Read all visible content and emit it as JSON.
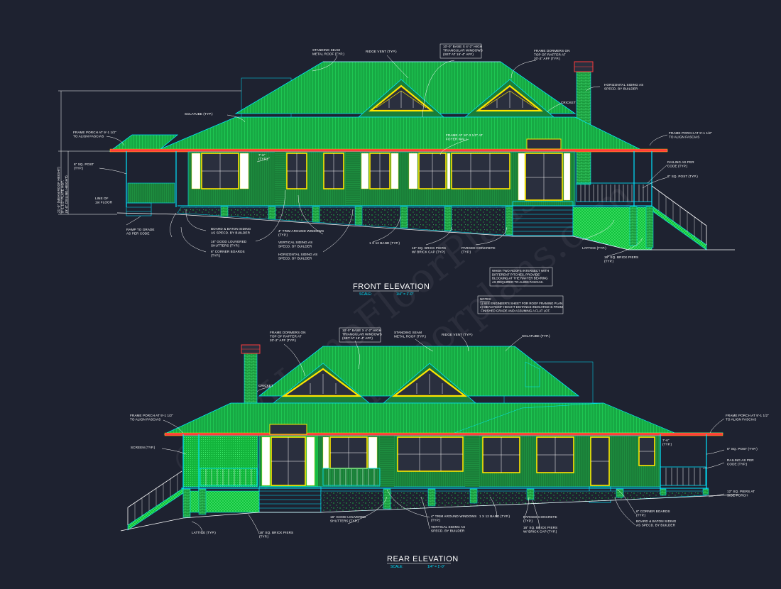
{
  "colors": {
    "background": "#1e2230",
    "roof": "#19c04a",
    "wall": "#1d8f3e",
    "trim": "#ffe600",
    "outline": "#00e5ff",
    "chimney": "#ff3b3b",
    "grade": "#00d23a",
    "leader": "#ffffff"
  },
  "watermark": {
    "line1": "© MyHomeFloorPlans",
    "line2": "Myhomefloorplans.com"
  },
  "front": {
    "title": "FRONT ELEVATION",
    "scale_label": "SCALE:",
    "scale_value": "1/4\" = 1'-0\"",
    "labels": {
      "standing_seam": "STANDING SEAM\nMETAL ROOF (TYP.)",
      "ridge_vent": "RIDGE VENT (TYP.)",
      "windows_base": "10'-0\" BASE X 4'-2\" HIGH\nTRIANGULAR WINDOWS\n(SET AT 15'-4\" AFF)",
      "frame_dormers": "FRAME DORMERS ON\nTOP OF RAFTER AT\n20'-2\" AFF (TYP.)",
      "horizontal_siding_top": "HORIZONTAL SIDING AS\nSPECD. BY BUILDER",
      "cricket": "CRICKET",
      "solatube": "SOLATUBE (TYP.)",
      "frame_porch_left": "FRAME PORCH AT 9'-1 1/2\"\nTO ALIGN FASCIAS",
      "frame_porch_right": "FRAME PORCH AT 9'-1 1/2\"\nTO ALIGN FASCIAS",
      "frame_foyer": "FRAME AT 10'-3 1/2\" AT\nFOYER WALL",
      "dim_7_6": "7'-6\"\n(TYP.)",
      "post_left": "6\" SQ. POST\n(TYP.)",
      "railing": "RAILING AS PER\nCODE (TYP.)",
      "post_right": "6\" SQ. POST (TYP.)",
      "line_of_floor": "LINE OF\n1st FLOOR",
      "ramp": "RAMP TO GRADE\nAS PER CODE",
      "board_batten": "BOARD & BATON SIDING\nAS SPECD. BY BUILDER",
      "shutters": "16\" GOOD LOUVERED\nSHUTTERS (TYP.)",
      "corner_boards": "6\" CORNER BOARDS\n(TYP.)",
      "trim_windows": "4\" TRIM AROUND WINDOWS\n(TYP.)",
      "vertical_siding": "VERTICAL SIDING AS\nSPECD. BY BUILDER",
      "horizontal_siding": "HORIZONTAL SIDING AS\nSPECD. BY BUILDER",
      "band": "1 X 12 BAND (TYP.)",
      "brick_piers_cap": "16\" SQ. BRICK PIERS\nW/ BRICK CAP (TYP.)",
      "parged": "PARGED CONCRETE\n(TYP.)",
      "lattice": "LATTICE (TYP.)",
      "brick_piers": "16\" SQ. BRICK PIERS\n(TYP.)",
      "vertical_dims": "21'-0\" (MEAN ROOF HEIGHT)\n9'-1 1/2\" PLATE HGT.\n(9'-0\" CEILING HEIGHT)"
    }
  },
  "notes": {
    "roof_intersect": "WHEN TWO ROOFS INTERSECT WITH\nDIFFERENT PITCHES, PROVIDE\nBLOCKING AT THE RAFTER BEARING\nAS REQUIRED TO ALIGN FASCIAS.",
    "heading": "NOTES:",
    "items": [
      "1) SEE ENGINEER'S SHEET FOR ROOF FRAMING PLAN.",
      "2) MEAN ROOF HEIGHT DISTANCE INDICATED IS FROM\n   FINISHED GRADE AND ASSUMING A FLAT LOT."
    ]
  },
  "rear": {
    "title": "REAR ELEVATION",
    "scale_label": "SCALE:",
    "scale_value": "1/4\" = 1'-0\"",
    "labels": {
      "frame_dormers": "FRAME DORMERS ON\nTOP OF RAFTER AT\n20'-2\" AFF (TYP.)",
      "windows_base": "10'-0\" BASE X 4'-2\" HIGH\nTRIANGULAR WINDOWS\n(SET AT 15'-4\" AFF)",
      "standing_seam": "STANDING SEAM\nMETAL ROOF (TYP.)",
      "ridge_vent": "RIDGE VENT (TYP.)",
      "solatube": "SOLATUBE (TYP.)",
      "cricket": "CRICKET",
      "frame_porch_left": "FRAME PORCH AT 9'-1 1/2\"\nTO ALIGN FASCIAS",
      "frame_porch_right": "FRAME PORCH AT 9'-1 1/2\"\nTO ALIGN FASCIAS",
      "screen": "SCREEN (TYP.)",
      "dim_7_6": "7'-6\"\n(TYP.)",
      "post": "6\" SQ. POST (TYP.)",
      "railing": "RAILING AS PER\nCODE (TYP.)",
      "piers_side": "12\" SQ. PIERS AT\nSIDE PORCH",
      "corner_boards": "6\" CORNER BOARDS\n(TYP.)",
      "board_batten": "BOARD & BATON SIDING\nAS SPECD. BY BUILDER",
      "shutters": "16\" GOOD LOUVERED\nSHUTTERS (TYP.)",
      "trim_windows": "4\" TRIM AROUND WINDOWS\n(TYP.)",
      "vertical_siding": "VERTICAL SIDING AS\nSPECD. BY BUILDER",
      "band": "1 X 12 BAND (TYP.)",
      "parged": "PARGED CONCRETE\n(TYP.)",
      "brick_piers_cap": "16\" SQ. BRICK PIERS\nW/ BRICK CAP (TYP.)",
      "lattice": "LATTICE (TYP.)",
      "brick_piers": "16\" SQ. BRICK PIERS\n(TYP.)"
    }
  }
}
